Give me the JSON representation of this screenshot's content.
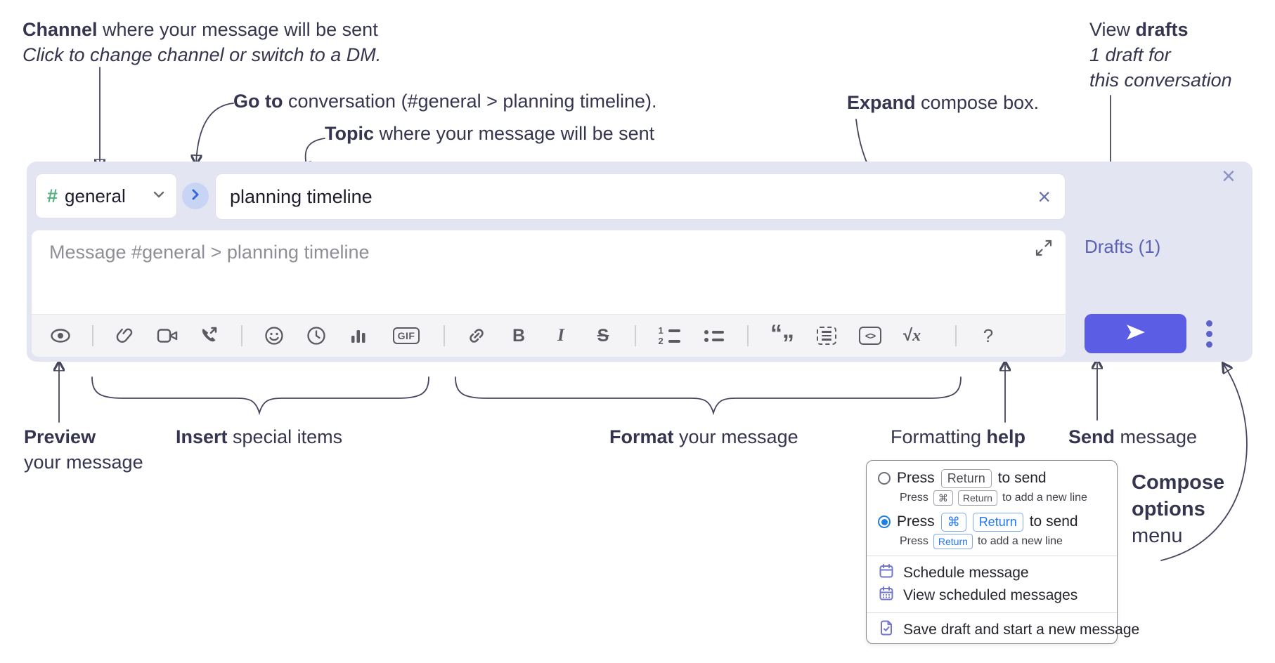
{
  "colors": {
    "compose_bg": "#e3e5f3",
    "send_button": "#5b5de4",
    "drafts_link": "#5b63b4",
    "hash_green": "#56b381",
    "radio_selected": "#1e80e0",
    "key_blue": "#2176f5",
    "menu_icon_purple": "#7275cf",
    "annotation_ink": "#35354f"
  },
  "annotations": {
    "channel_bold": "Channel",
    "channel_rest": " where your message will be sent",
    "channel_sub": "Click to change channel or switch to a DM.",
    "goto_bold": "Go to",
    "goto_rest": " conversation (#general > planning timeline).",
    "topic_bold": "Topic",
    "topic_rest": " where your message will be sent",
    "expand_bold": "Expand",
    "expand_rest": " compose box.",
    "drafts_pre": "View ",
    "drafts_bold": "drafts",
    "drafts_line2": "1 draft for",
    "drafts_line3": "this conversation",
    "preview_bold": "Preview",
    "preview_line2": "your message",
    "insert_bold": "Insert",
    "insert_rest": " special items",
    "format_bold": "Format",
    "format_rest": " your message",
    "help_pre": "Formatting ",
    "help_bold": "help",
    "send_bold": "Send",
    "send_rest": " message",
    "compose_bold1": "Compose",
    "compose_bold2": "options",
    "compose_line3": "menu"
  },
  "composer": {
    "channel_hash": "#",
    "channel_name": "general",
    "topic_value": "planning timeline",
    "clear_x": "×",
    "close_x": "×",
    "message_placeholder": "Message #general > planning timeline",
    "drafts_label": "Drafts (1)",
    "toolbar": {
      "gif_label": "GIF",
      "bold_label": "B",
      "italic_label": "I",
      "strike_label": "S",
      "ol_1": "1",
      "ol_2": "2",
      "quote_open": "“",
      "quote_close": "”",
      "code_label": "<>",
      "sqrt_radical": "√",
      "sqrt_x": "x",
      "help_label": "?"
    }
  },
  "menu": {
    "option1": {
      "lead": "Press",
      "keys": [
        "Return"
      ],
      "tail": "to send",
      "sub_lead": "Press",
      "sub_keys": [
        "⌘",
        "Return"
      ],
      "sub_tail": "to add a new line"
    },
    "option2": {
      "lead": "Press",
      "keys": [
        "⌘",
        "Return"
      ],
      "tail": "to send",
      "sub_lead": "Press",
      "sub_keys": [
        "Return"
      ],
      "sub_tail": "to add a new line"
    },
    "items": [
      "Schedule message",
      "View scheduled messages",
      "Save draft and start a new message"
    ]
  },
  "icons": {
    "toolbar": [
      "eye-icon",
      "paperclip-icon",
      "video-camera-icon",
      "phone-call-icon",
      "emoji-icon",
      "clock-icon",
      "bar-chart-icon",
      "gif-icon",
      "link-icon",
      "bold-icon",
      "italic-icon",
      "strikethrough-icon",
      "ordered-list-icon",
      "bulleted-list-icon",
      "quote-icon",
      "code-block-icon",
      "code-icon",
      "formula-icon",
      "help-icon"
    ],
    "other": [
      "chevron-down-icon",
      "chevron-right-icon",
      "expand-icon",
      "send-icon",
      "more-options-icon",
      "close-icon",
      "clear-icon",
      "calendar-icon",
      "calendar-grid-icon",
      "save-draft-icon"
    ]
  }
}
